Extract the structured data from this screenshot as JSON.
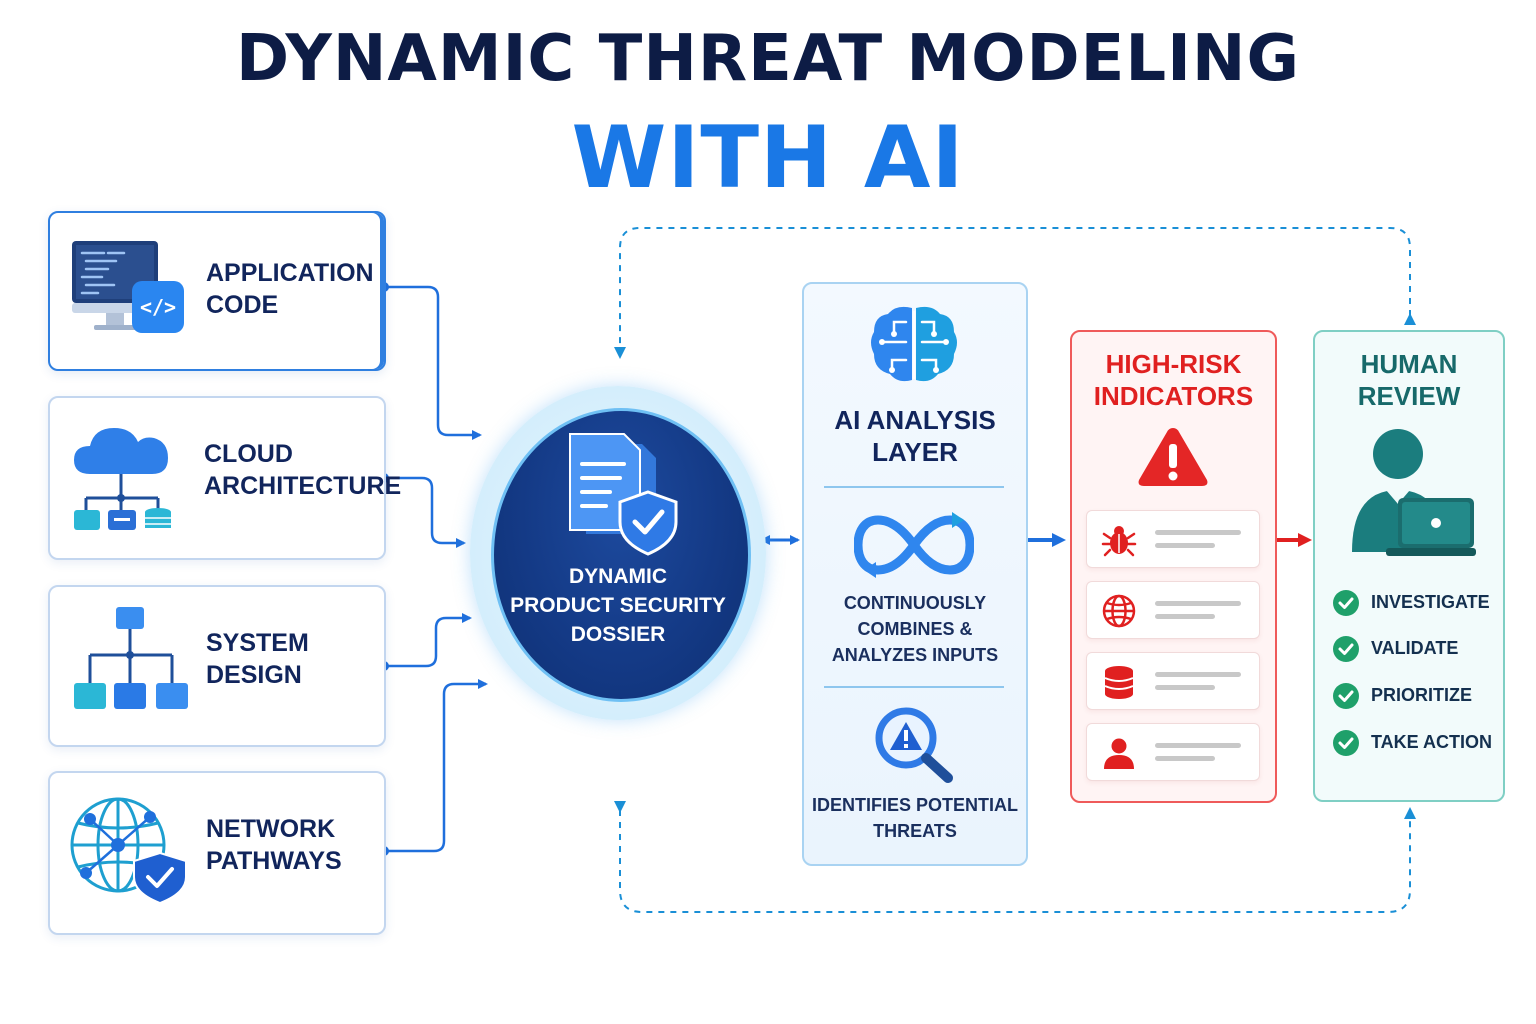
{
  "title": {
    "line1": "DYNAMIC THREAT MODELING",
    "line2": "WITH AI"
  },
  "inputs": [
    {
      "line1": "APPLICATION",
      "line2": "CODE",
      "icon": "code-monitor-icon"
    },
    {
      "line1": "CLOUD",
      "line2": "ARCHITECTURE",
      "icon": "cloud-architecture-icon"
    },
    {
      "line1": "SYSTEM",
      "line2": "DESIGN",
      "icon": "system-hierarchy-icon"
    },
    {
      "line1": "NETWORK",
      "line2": "PATHWAYS",
      "icon": "network-globe-icon"
    }
  ],
  "hub": {
    "line1": "DYNAMIC",
    "line2": "PRODUCT SECURITY",
    "line3": "DOSSIER",
    "icon": "secured-document-icon"
  },
  "ai_layer": {
    "title_line1": "AI ANALYSIS",
    "title_line2": "LAYER",
    "step1_line1": "CONTINUOUSLY",
    "step1_line2": "COMBINES &",
    "step1_line3": "ANALYZES INPUTS",
    "step2_line1": "IDENTIFIES POTENTIAL",
    "step2_line2": "THREATS"
  },
  "high_risk": {
    "title_line1": "HIGH-RISK",
    "title_line2": "INDICATORS",
    "items": [
      "bug-icon",
      "globe-icon",
      "database-icon",
      "user-icon"
    ]
  },
  "human_review": {
    "title_line1": "HUMAN",
    "title_line2": "REVIEW",
    "actions": [
      "INVESTIGATE",
      "VALIDATE",
      "PRIORITIZE",
      "TAKE ACTION"
    ]
  },
  "colors": {
    "navy": "#0d1c45",
    "accent_blue": "#1a78e6",
    "risk_red": "#e02020",
    "review_teal": "#17696a",
    "check_green": "#1fa06a"
  }
}
